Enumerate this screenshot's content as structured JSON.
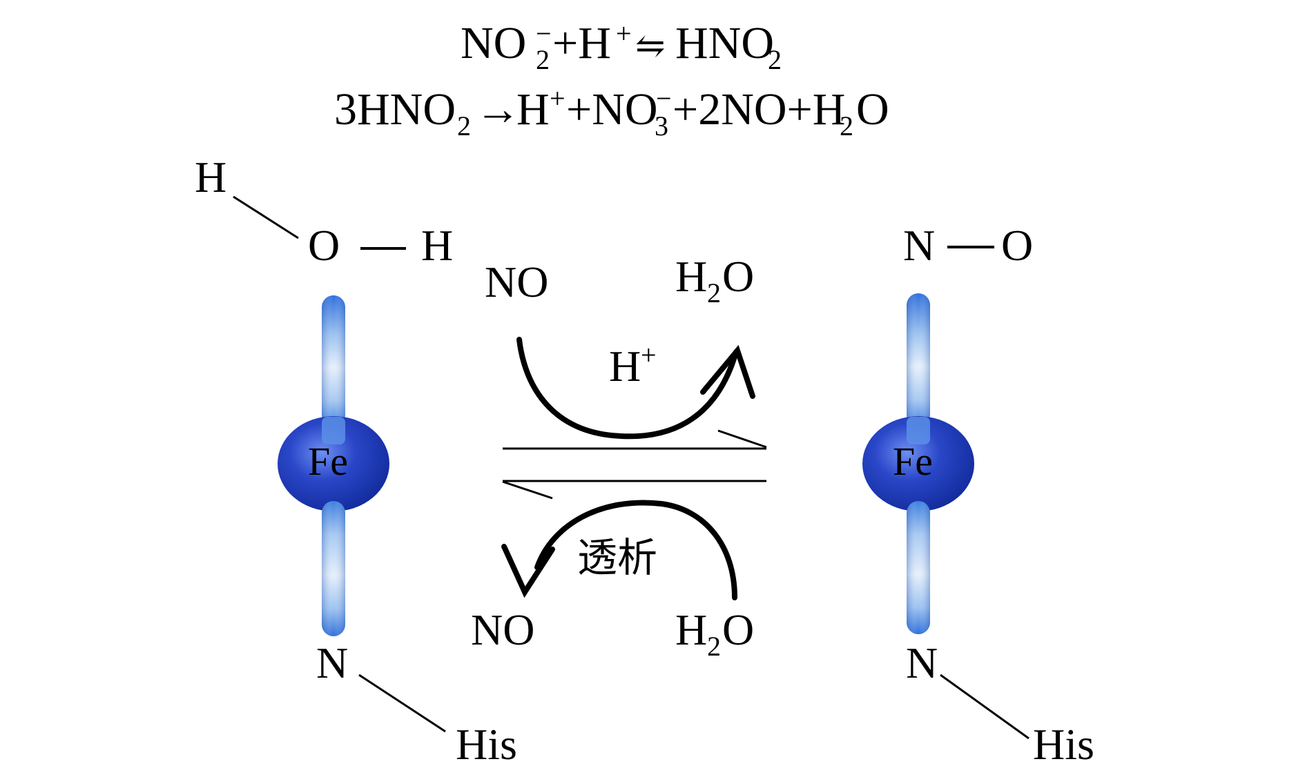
{
  "equations": {
    "eq1": {
      "no2": "NO",
      "sub2a": "2",
      "minus": "−",
      "plus1": "+H",
      "hplus": "+",
      "arrow": "⇋",
      "hno": "HNO",
      "sub2b": "2"
    },
    "eq2": {
      "coef": "3HNO",
      "sub2": "2",
      "arrow": "→",
      "h": "H",
      "hplus": "+",
      "plusno": "+NO",
      "sub3": "3",
      "minus": "−",
      "rest": "+2NO+H",
      "sub2b": "2",
      "o": "O"
    }
  },
  "left_complex": {
    "h_top": "H",
    "o": "O",
    "h_right": "H",
    "metal": "Fe",
    "n": "N",
    "his": "His"
  },
  "right_complex": {
    "n_top": "N",
    "o": "O",
    "metal": "Fe",
    "n": "N",
    "his": "His"
  },
  "forward": {
    "reactant": "NO",
    "product_h": "H",
    "product_sub": "2",
    "product_o": "O",
    "catalyst": "H",
    "catalyst_sup": "+"
  },
  "reverse": {
    "product": "NO",
    "reactant_h": "H",
    "reactant_sub": "2",
    "reactant_o": "O",
    "condition": "透析"
  },
  "colors": {
    "metal": "#1f3fbf",
    "axial_bond": "#3b7be0",
    "ink": "#000000"
  },
  "icons": {
    "equilibrium": "equilibrium-arrows-icon",
    "forward": "curved-forward-arrow-icon",
    "reverse": "curved-reverse-arrow-icon"
  }
}
